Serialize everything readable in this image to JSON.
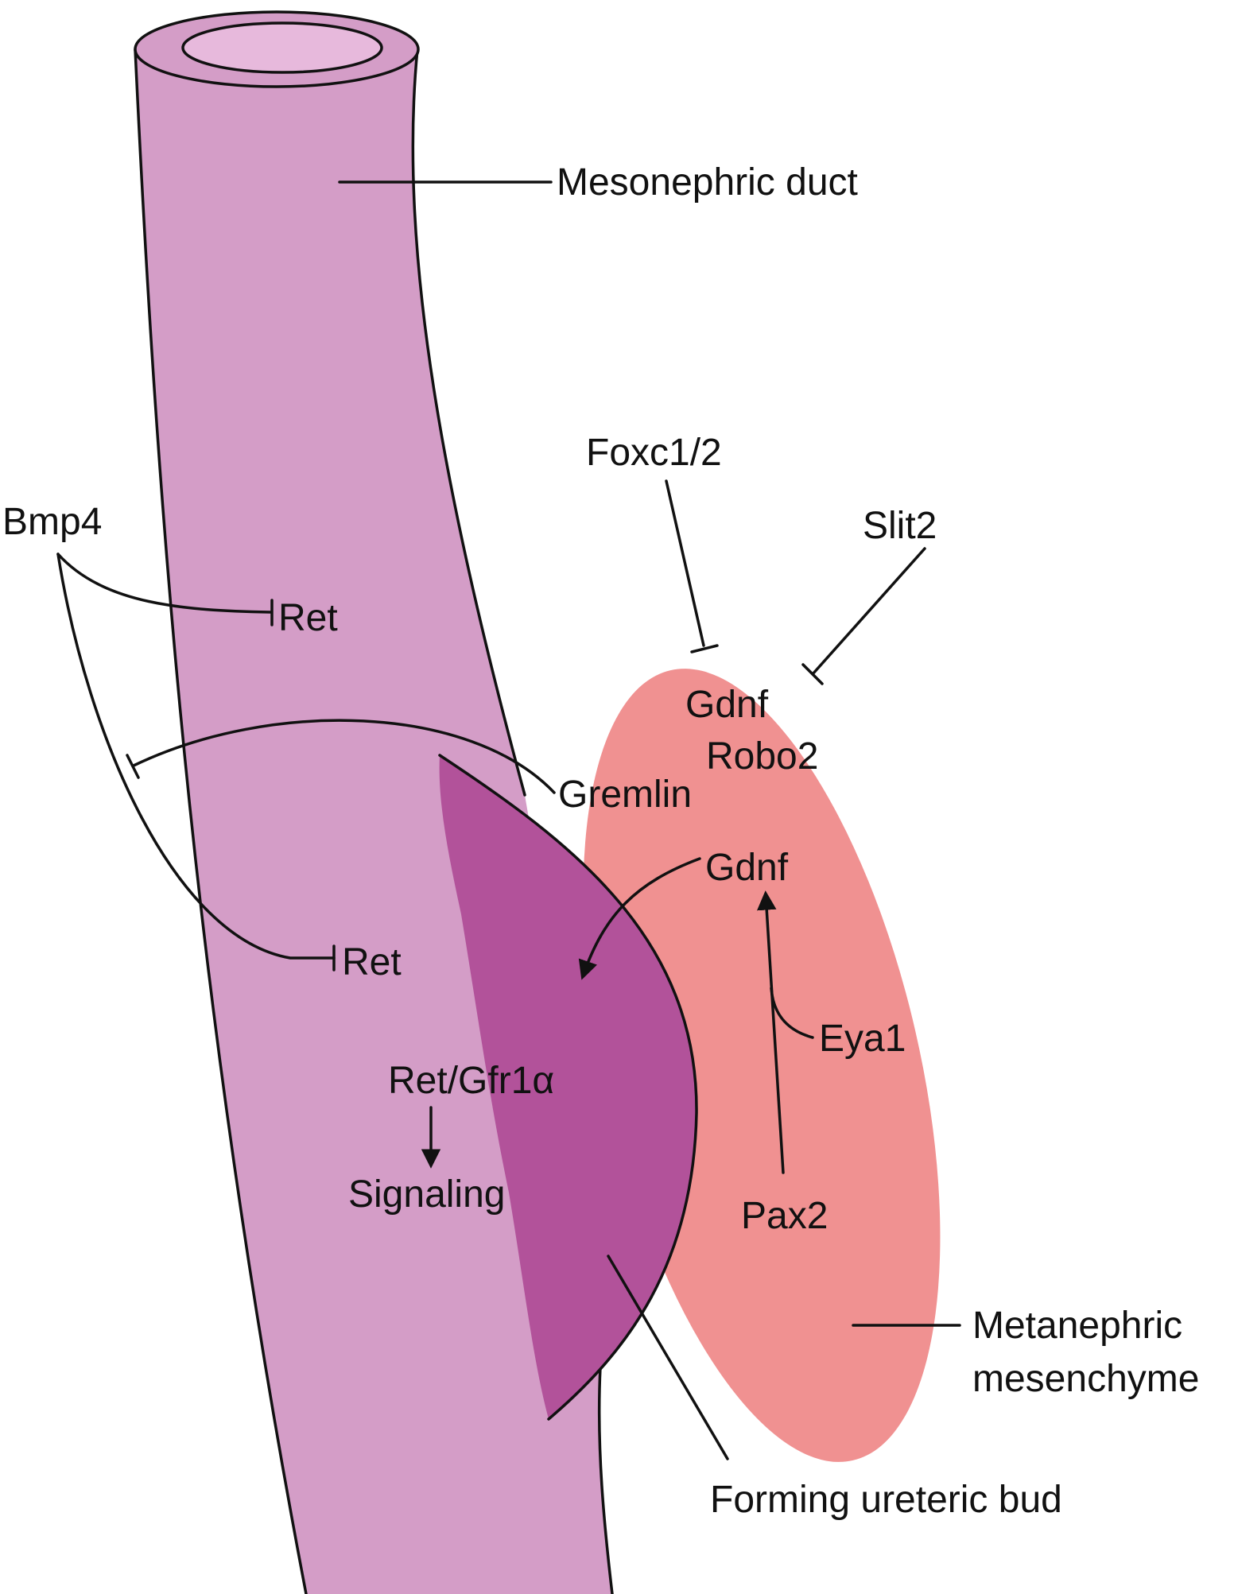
{
  "colors": {
    "duct_fill": "#d49dc7",
    "duct_lumen": "#e7b9dc",
    "bud_fill": "#b2529a",
    "mesenchyme_fill": "#f09191",
    "line": "#111111",
    "background": "#ffffff"
  },
  "labels": {
    "mesonephric_duct": "Mesonephric duct",
    "foxc": "Foxc1/2",
    "slit2": "Slit2",
    "bmp4": "Bmp4",
    "ret_upper": "Ret",
    "ret_lower": "Ret",
    "gdnf_top": "Gdnf",
    "robo2": "Robo2",
    "gremlin": "Gremlin",
    "gdnf_mid": "Gdnf",
    "eya1": "Eya1",
    "ret_gfr": "Ret/Gfr1α",
    "signaling": "Signaling",
    "pax2": "Pax2",
    "metanephric_line1": "Metanephric",
    "metanephric_line2": "mesenchyme",
    "forming_bud": "Forming ureteric bud"
  }
}
